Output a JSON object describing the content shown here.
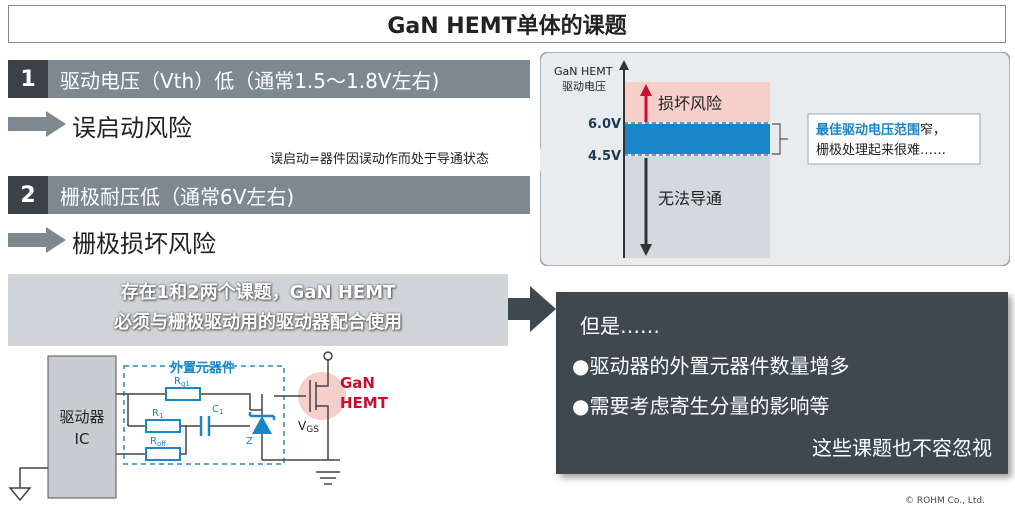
{
  "title": "GaN HEMT单体的课题",
  "issue1": {
    "number": "1",
    "text": "驱动电压（Vth）低（通常1.5～1.8V左右)",
    "risk": "误启动风险"
  },
  "note": "误启动=器件因误动作而处于导通状态",
  "issue2": {
    "number": "2",
    "text": "栅极耐压低（通常6V左右)",
    "risk": "栅极损坏风险"
  },
  "summary": {
    "line1": "存在1和2两个课题，GaN HEMT",
    "line2": "必须与栅极驱动用的驱动器配合使用"
  },
  "voltage_chart": {
    "axis_label_line1": "GaN HEMT",
    "axis_label_line2": "驱动电压",
    "level_high": "6.0V",
    "level_low": "4.5V",
    "zone_top": "损坏风险",
    "zone_bottom": "无法导通",
    "callout_line1_highlight": "最佳驱动电压范围",
    "callout_line1_rest": "窄，",
    "callout_line2": "栅极处理起来很难……"
  },
  "circuit": {
    "driver_line1": "驱动器",
    "driver_line2": "IC",
    "external_label": "外置元器件",
    "rg1": "R",
    "rg1_sub": "g1",
    "r1": "R",
    "r1_sub": "1",
    "c1": "C",
    "c1_sub": "1",
    "roff": "R",
    "roff_sub": "off",
    "z": "Z",
    "vgs": "V",
    "vgs_sub": "GS",
    "device_line1": "GaN",
    "device_line2": "HEMT"
  },
  "conclusion": {
    "lead": "但是……",
    "bullet1": "●驱动器的外置元器件数量增多",
    "bullet2": "●需要考虑寄生分量的影响等",
    "closing": "这些课题也不容忽视"
  },
  "copyright": "© ROHM Co., Ltd.",
  "colors": {
    "accent_blue": "#1a86c8",
    "danger_red": "#c8102e",
    "danger_zone": "#f6cfcb",
    "dark_panel": "#3f474f",
    "bar_gray": "#7d8891"
  }
}
